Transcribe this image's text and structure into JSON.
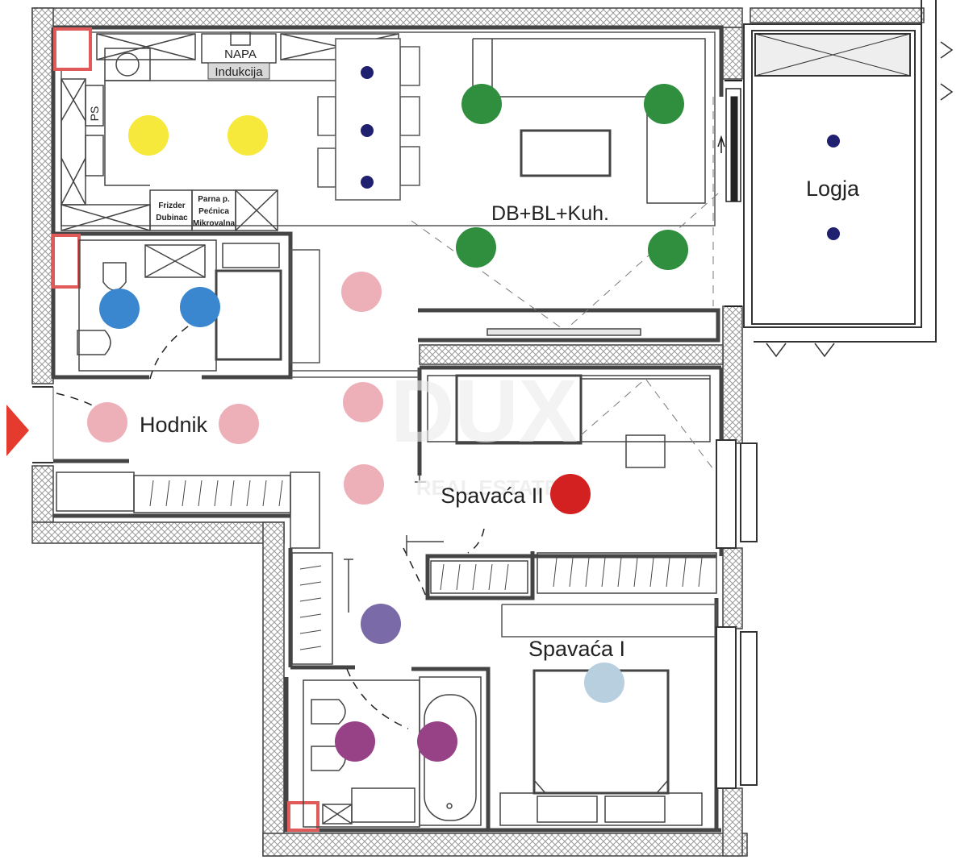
{
  "rooms": {
    "living": "DB+BL+Kuh.",
    "loggia": "Logja",
    "hallway": "Hodnik",
    "bedroom1": "Spavaća I",
    "bedroom2": "Spavaća II"
  },
  "fixtures": {
    "hood": "NAPA",
    "induction": "Indukcija",
    "ps": "PS",
    "fridge_line1": "Frizder",
    "fridge_line2": "Dubinac",
    "oven_line1": "Parna p.",
    "oven_line2": "Pećnica",
    "oven_line3": "Mikrovalna"
  },
  "watermark": {
    "logo": "DUX",
    "tagline": "REAL ESTATE"
  },
  "colors": {
    "wall_hatch": "#9a9a9a",
    "chimney_red": "#e05a5a",
    "entrance_arrow": "#e53a2e",
    "yellow": "#f7e93c",
    "green": "#2f8f3e",
    "navy": "#1f2070",
    "blue": "#3a86cf",
    "pink": "#eeb0b8",
    "red": "#d32020",
    "violet": "#7a6aa8",
    "magenta": "#974187",
    "light_blue": "#b8cfe0"
  }
}
